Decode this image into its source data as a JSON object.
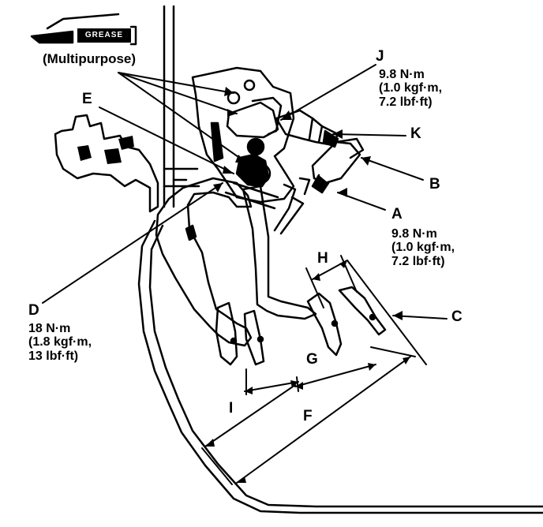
{
  "grease_icon": {
    "label": "GREASE",
    "icon": "grease-gun-icon"
  },
  "multipurpose": "(Multipurpose)",
  "labels": {
    "J": {
      "letter": "J",
      "torque": "9.8 N·m",
      "kgf": "(1.0 kgf·m,",
      "lbf": "7.2 lbf·ft)"
    },
    "E": {
      "letter": "E"
    },
    "K": {
      "letter": "K"
    },
    "B": {
      "letter": "B"
    },
    "A": {
      "letter": "A",
      "torque": "9.8 N·m",
      "kgf": "(1.0 kgf·m,",
      "lbf": "7.2 lbf·ft)"
    },
    "H": {
      "letter": "H"
    },
    "C": {
      "letter": "C"
    },
    "D": {
      "letter": "D",
      "torque": "18 N·m",
      "kgf": "(1.8 kgf·m,",
      "lbf": "13 lbf·ft)"
    },
    "G": {
      "letter": "G"
    },
    "I": {
      "letter": "I"
    },
    "F": {
      "letter": "F"
    }
  }
}
